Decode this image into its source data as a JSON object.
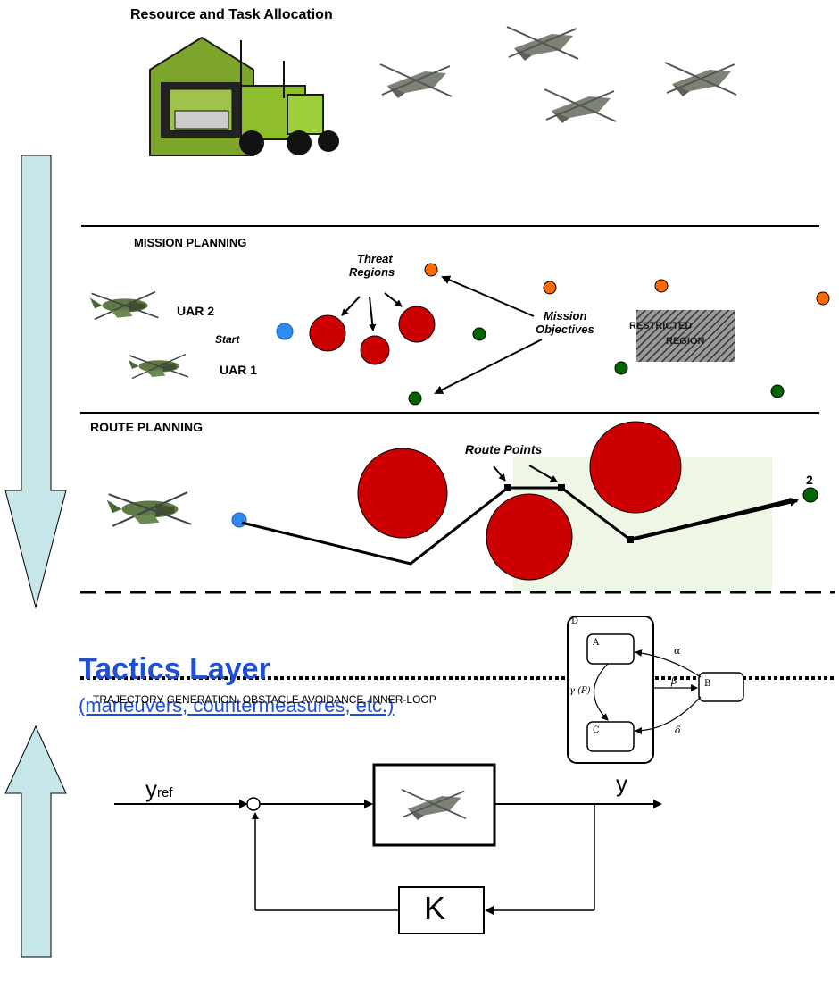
{
  "header": {
    "title": "Resource and Task Allocation"
  },
  "mission": {
    "heading": "MISSION PLANNING",
    "threat_label_1": "Threat",
    "threat_label_2": "Regions",
    "objectives_label_1": "Mission",
    "objectives_label_2": "Objectives",
    "restricted_label_1": "RESTRICTED",
    "restricted_label_2": "REGION",
    "uar2_label": "UAR 2",
    "uar1_label": "UAR 1",
    "start_label": "Start"
  },
  "route": {
    "heading": "ROUTE PLANNING",
    "route_points_label": "Route Points",
    "goal_label": "2"
  },
  "tactics": {
    "title": "Tactics Layer",
    "subtitle": "(maneuvers, countermeasures, etc.)",
    "statechart": {
      "outer_label": "D",
      "state_a": "A",
      "state_b": "B",
      "state_c": "C",
      "edge_alpha": "α",
      "edge_beta": "β",
      "edge_gamma": "γ (P)",
      "edge_delta": "δ"
    }
  },
  "trajectory": {
    "heading": "TRAJECTORY GENERATION, OBSTACLE AVOIDANCE, INNER-LOOP",
    "input_label": "y",
    "input_subscript": "ref",
    "output_label": "y",
    "controller_label": "K"
  },
  "colors": {
    "arrow_fill": "#c7e6e9",
    "threat_red": "#cc0000",
    "objective_orange": "#ff6a00",
    "objective_green": "#006400",
    "start_blue": "#2f8bf0",
    "tactics_blue": "#1f4fd6",
    "safe_zone": "#eef6e6",
    "aircraft_green": "#5f7a45"
  },
  "icons": [
    "helicopter-icon",
    "command-truck-icon",
    "hangar-icon"
  ]
}
